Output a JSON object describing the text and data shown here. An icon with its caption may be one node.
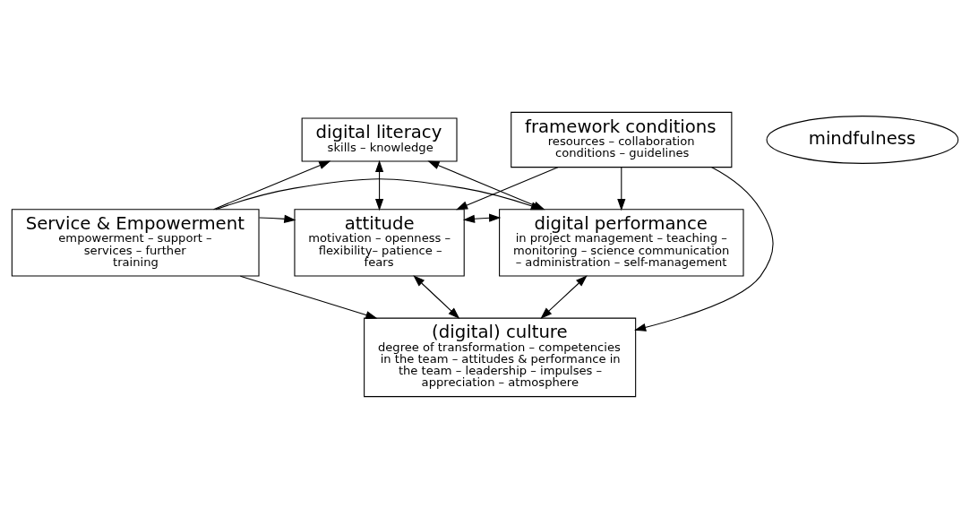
{
  "diagram": {
    "nodes": [
      {
        "text": [
          "digital literacy",
          "skills – knowledge"
        ]
      },
      {
        "text": [
          "Service & Empowerment",
          "empowerment – support – services – further training"
        ]
      },
      {
        "text": [
          "mindfulness"
        ]
      },
      {
        "text": [
          "digital performance",
          "in project management – teaching – monitoring – science communication – administration – self-management"
        ]
      },
      {
        "text": [
          "attitude",
          "motivation – openness – flexibility– patience – fears"
        ]
      },
      {
        "text": [
          "framework conditions",
          "resources – collaboration conditions – guidelines"
        ]
      },
      {
        "text": [
          "(digital) culture",
          "degree of transformation – competencies in the team – attitudes & performance in the team – leadership – impulses – appreciation – atmosphere"
        ]
      }
    ],
    "edges": [
      {
        "from": 1,
        "to": 0,
        "arrow": "to"
      },
      {
        "from": 0,
        "to": 4,
        "arrow": "both"
      },
      {
        "from": 0,
        "to": 3,
        "arrow": "both"
      },
      {
        "from": 1,
        "to": 3,
        "arrow": "to"
      },
      {
        "from": 1,
        "to": 4,
        "arrow": "to"
      },
      {
        "from": 4,
        "to": 3,
        "arrow": "both"
      },
      {
        "from": 1,
        "to": 6,
        "arrow": "to"
      },
      {
        "from": 4,
        "to": 6,
        "arrow": "both"
      },
      {
        "from": 5,
        "to": 4,
        "arrow": "to"
      },
      {
        "from": 5,
        "to": 3,
        "arrow": "to"
      },
      {
        "from": 5,
        "to": 6,
        "arrow": "to"
      },
      {
        "from": 6,
        "to": 3,
        "arrow": "both"
      }
    ]
  }
}
